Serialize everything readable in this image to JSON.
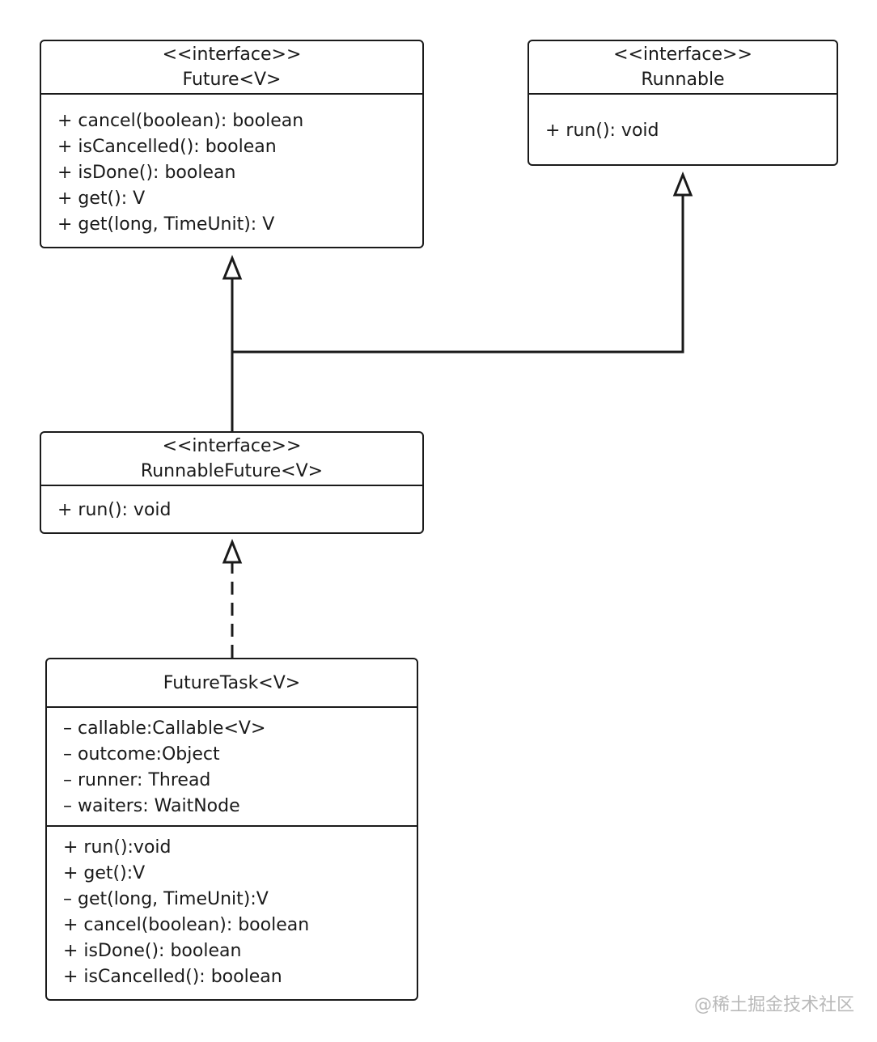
{
  "classes": {
    "future": {
      "stereotype": "<<interface>>",
      "name": "Future<V>",
      "attributes": [],
      "methods": [
        "+ cancel(boolean): boolean",
        "+ isCancelled(): boolean",
        "+ isDone(): boolean",
        "+ get(): V",
        "+ get(long, TimeUnit): V"
      ]
    },
    "runnable": {
      "stereotype": "<<interface>>",
      "name": "Runnable",
      "attributes": [],
      "methods": [
        "+ run(): void"
      ]
    },
    "runnable_future": {
      "stereotype": "<<interface>>",
      "name": "RunnableFuture<V>",
      "attributes": [],
      "methods": [
        "+ run(): void"
      ]
    },
    "future_task": {
      "stereotype": "",
      "name": "FutureTask<V>",
      "attributes": [
        "– callable:Callable<V>",
        "– outcome:Object",
        "– runner: Thread",
        "– waiters: WaitNode"
      ],
      "methods": [
        "+ run():void",
        "+ get():V",
        "– get(long, TimeUnit):V",
        "+ cancel(boolean): boolean",
        "+ isDone(): boolean",
        "+ isCancelled(): boolean"
      ]
    }
  },
  "relations": [
    {
      "from": "RunnableFuture<V>",
      "to": "Future<V>",
      "kind": "generalization"
    },
    {
      "from": "RunnableFuture<V>",
      "to": "Runnable",
      "kind": "generalization"
    },
    {
      "from": "FutureTask<V>",
      "to": "RunnableFuture<V>",
      "kind": "realization"
    }
  ],
  "watermark": "@稀土掘金技术社区",
  "colors": {
    "line": "#1a1a1a",
    "background": "#ffffff",
    "watermark": "#b9b9b9"
  }
}
